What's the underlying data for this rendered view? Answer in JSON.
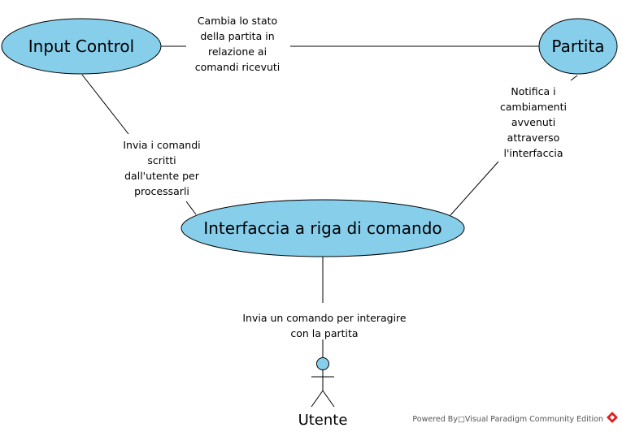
{
  "colors": {
    "use_case_fill": "#87CEEB",
    "use_case_stroke": "#000000",
    "line": "#000000",
    "footer_text": "#555555",
    "logo_red": "#E02020"
  },
  "use_cases": {
    "input_control": "Input Control",
    "partita": "Partita",
    "interfaccia": "Interfaccia a riga di comando"
  },
  "actor": {
    "name": "Utente",
    "icon": "stick-figure-actor-icon"
  },
  "associations": {
    "input_to_partita": [
      "Cambia lo stato",
      "della partita in",
      "relazione ai",
      "comandi ricevuti"
    ],
    "partita_to_interfaccia": [
      "Notifica i",
      "cambiamenti",
      "avvenuti",
      "attraverso",
      "l'interfaccia"
    ],
    "input_to_interfaccia": [
      "Invia i comandi",
      "scritti",
      "dall'utente per",
      "processarli"
    ],
    "interfaccia_to_utente": [
      "Invia un comando per interagire",
      "con la partita"
    ]
  },
  "footer": {
    "text": "Powered By□Visual Paradigm Community Edition",
    "logo_icon": "visual-paradigm-logo-icon"
  }
}
